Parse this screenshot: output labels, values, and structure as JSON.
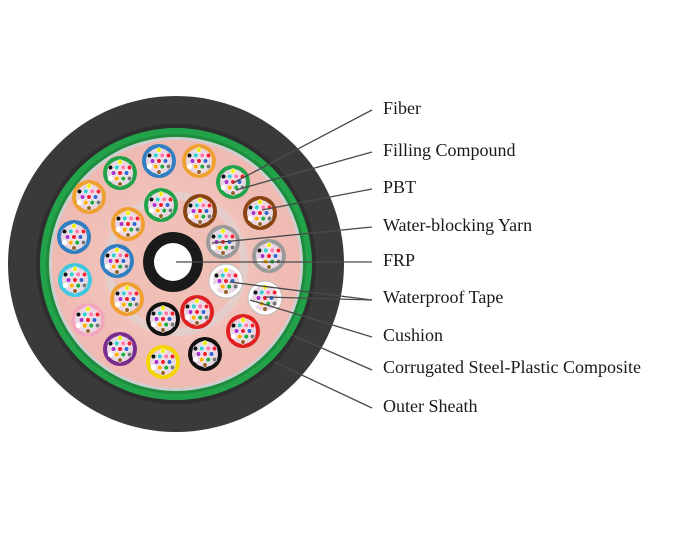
{
  "diagram": {
    "labels": [
      {
        "id": "fiber",
        "text": "Fiber"
      },
      {
        "id": "filling-compound",
        "text": "Filling Compound"
      },
      {
        "id": "pbt",
        "text": "PBT"
      },
      {
        "id": "water-blocking-yarn",
        "text": "Water-blocking Yarn"
      },
      {
        "id": "frp",
        "text": "FRP"
      },
      {
        "id": "waterproof-tape",
        "text": "Waterproof Tape"
      },
      {
        "id": "cushion",
        "text": "Cushion"
      },
      {
        "id": "corrugated",
        "text": "Corrugated Steel-Plastic Composite"
      },
      {
        "id": "outer-sheath",
        "text": "Outer Sheath"
      }
    ],
    "colors": {
      "outer_sheath": "#3a3a3a",
      "steel_tape": "#22a34a",
      "filling": "#f2c4bd",
      "cushion": "#d6d6d6",
      "frp_core": "#1a1a1a",
      "leader_line": "#4a4a4a",
      "tube_colors": [
        "#2f7fc2",
        "#f0a030",
        "#22a34a",
        "#8b4513",
        "#9a9a9a",
        "#ffffff",
        "#e02020",
        "#111111",
        "#f5d400",
        "#7b2d8f",
        "#f4a6c0",
        "#40c8e0"
      ]
    }
  }
}
